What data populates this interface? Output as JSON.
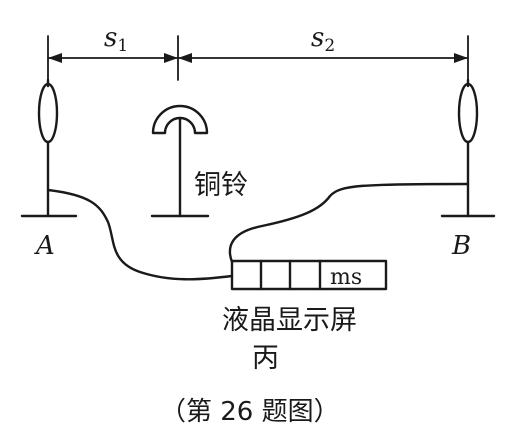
{
  "labels": {
    "s1_var": "s",
    "s1_sub": "1",
    "s2_var": "s",
    "s2_sub": "2",
    "point_a": "A",
    "point_b": "B",
    "bell": "铜铃",
    "display_unit": "ms",
    "display": "液晶显示屏",
    "figure_letter": "丙",
    "caption": "（第 26 题图）"
  }
}
